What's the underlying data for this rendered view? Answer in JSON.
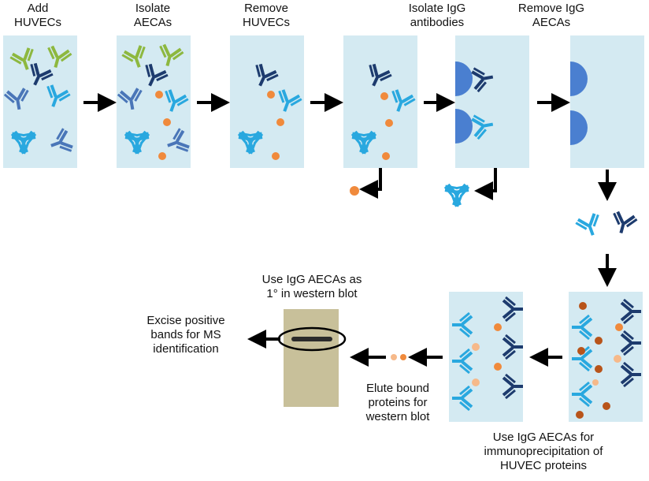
{
  "steps": [
    {
      "line1": "Add",
      "line2": "HUVECs"
    },
    {
      "line1": "Isolate",
      "line2": "AECAs"
    },
    {
      "line1": "Remove",
      "line2": "HUVECs"
    },
    {
      "line1": "Isolate IgG",
      "line2": "antibodies"
    },
    {
      "line1": "Remove IgG",
      "line2": "AECAs"
    }
  ],
  "western_blot_label": {
    "line1": "Use IgG AECAs as",
    "line2": "1° in western blot"
  },
  "excise_label": {
    "line1": "Excise positive",
    "line2": "bands for MS",
    "line3": "identification"
  },
  "elute_label": {
    "line1": "Elute bound",
    "line2": "proteins for",
    "line3": "western blot"
  },
  "ip_label": {
    "line1": "Use IgG AECAs for",
    "line2": "immunoprecipitation of",
    "line3": "HUVEC proteins"
  },
  "colors": {
    "panel": "#d4eaf2",
    "green_ab": "#8db83f",
    "navy_ab": "#1d3b6e",
    "mid_blue_ab": "#4a76b8",
    "cyan_ab": "#29a8df",
    "huvec": "#f08a3c",
    "bead": "#4a7fd0",
    "gel": "#c8c09a",
    "protein_light": "#f6b98a",
    "protein_dark": "#b8541a"
  }
}
